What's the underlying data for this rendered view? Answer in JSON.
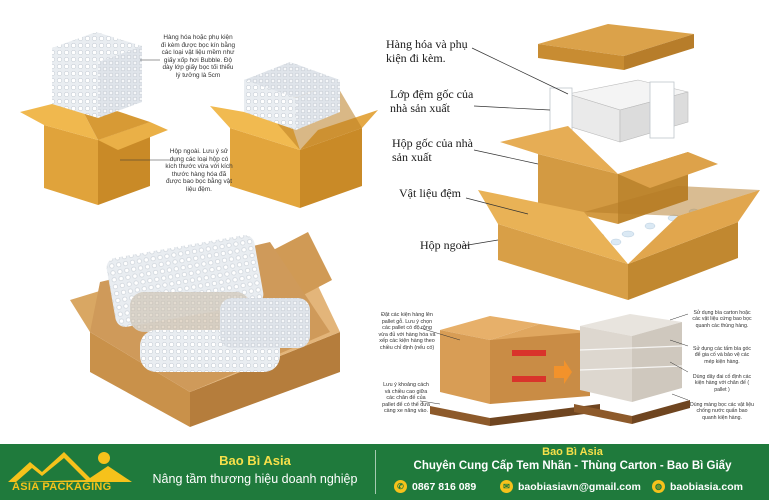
{
  "panel_top_left": {
    "note_inner": "Hàng hóa hoặc phụ kiện đi kèm được bọc kín bằng các loại vật liệu mềm như giấy xốp hơi Bubble. Độ dày lớp giấy bọc tối thiểu lý tưởng là 5cm",
    "note_outer": "Hộp ngoài. Lưu ý sử dụng các loại hộp có kích thước vừa với kích thước hàng hóa đã được bao bọc bằng vật liệu đệm."
  },
  "panel_right": {
    "label_goods": "Hàng hóa và phụ kiện đi kèm.",
    "label_maker_pad": "Lớp đệm gốc của nhà sản xuất",
    "label_maker_box": "Hộp gốc của nhà sản xuất",
    "label_filler": "Vật liệu đệm",
    "label_outer_box": "Hộp ngoài"
  },
  "panel_pallet": {
    "note_left_top": "Đặt các kiện hàng lên pallet gỗ. Lưu ý chọn các pallet có độ rộng vừa đủ với hàng hóa và xếp các kiện hàng theo chiều chỉ định (nếu có)",
    "note_left_bottom": "Lưu ý khoảng cách và chiều cao giữa các chân đế của pallet để có thể đưa càng xe nâng vào.",
    "note_right_1": "Sử dụng bìa carton hoặc các vật liệu cứng bao bọc quanh các thùng hàng.",
    "note_right_2": "Sử dụng các tấm bìa góc để gia cố và bảo vệ các mép kiện hàng.",
    "note_right_3": "Dùng dây đai cố định các kiện hàng với chân đế ( pallet )",
    "note_right_4": "Dùng màng bọc các vật liệu chống nước quấn bao quanh kiện hàng."
  },
  "footer": {
    "logo_text": "ASIA PACKAGING",
    "brand_left": "Bao Bì Asia",
    "slogan": "Nâng tầm thương hiệu doanh nghiệp",
    "brand_right": "Bao Bì Asia",
    "tagline": "Chuyên Cung Cấp Tem Nhãn - Thùng Carton - Bao Bì Giấy",
    "phone": "0867 816 089",
    "email": "baobiasiavn@gmail.com",
    "website": "baobiasia.com",
    "colors": {
      "green": "#1f7a3c",
      "gold": "#f6c21b"
    }
  }
}
